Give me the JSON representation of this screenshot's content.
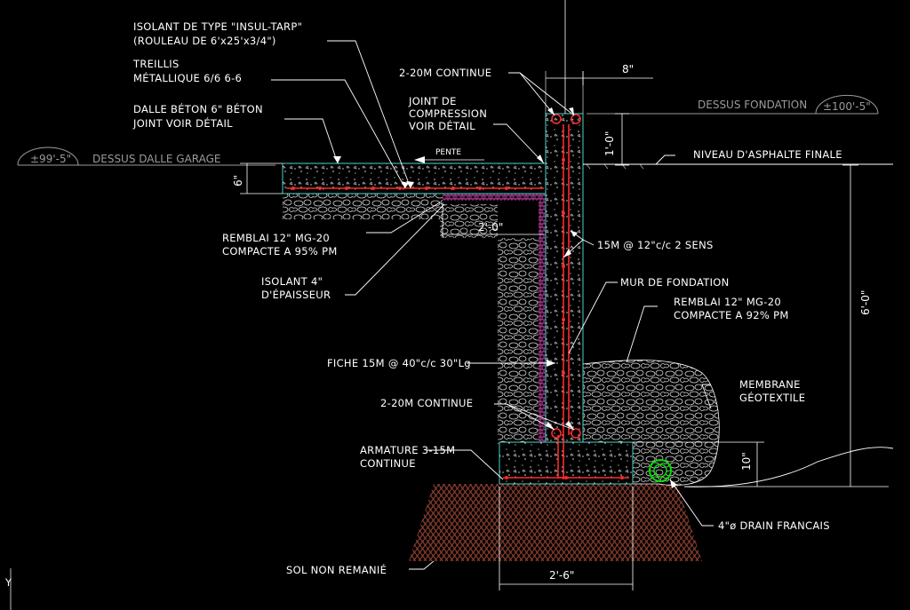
{
  "colors": {
    "background": "#000000",
    "concrete_outline": "#4fd1c5",
    "rebar": "#ff2a2a",
    "insulation": "#ff4fd8",
    "soil": "#7a3b2e",
    "gravel": "#d8d8d8",
    "leader": "#ffffff",
    "drain": "#00e000",
    "level_marker": "#9a9a9a"
  },
  "labels": {
    "insulant_type_l1": "ISOLANT DE TYPE \"INSUL-TARP\"",
    "insulant_type_l2": "(ROULEAU DE 6'x25'x3/4\")",
    "treillis_l1": "TREILLIS",
    "treillis_l2": "MÉTALLIQUE 6/6 6-6",
    "dalle_l1": "DALLE BÉTON 6\" BÉTON",
    "dalle_l2": "JOINT VOIR DÉTAIL",
    "continue_top": "2-20M CONTINUE",
    "joint_l1": "JOINT DE",
    "joint_l2": "COMPRESSION",
    "joint_l3": "VOIR DÉTAIL",
    "pente": "PENTE",
    "dessus_fondation": "DESSUS FONDATION",
    "elev_fondation": "±100'-5\"",
    "dessus_dalle": "DESSUS DALLE GARAGE",
    "elev_dalle": "±99'-5\"",
    "niveau_asphalte": "NIVEAU D'ASPHALTE FINALE",
    "remblai_int_l1": "REMBLAI 12\" MG-20",
    "remblai_int_l2": "COMPACTE A 95% PM",
    "isolant_l1": "ISOLANT 4\"",
    "isolant_l2": "D'ÉPAISSEUR",
    "rebar_15m": "15M @ 12\"c/c 2 SENS",
    "mur": "MUR DE FONDATION",
    "remblai_ext_l1": "REMBLAI 12\" MG-20",
    "remblai_ext_l2": "COMPACTE A 92% PM",
    "fiche": "FICHE 15M @ 40\"c/c 30\"Lg",
    "continue_bottom": "2-20M CONTINUE",
    "membrane_l1": "MEMBRANE",
    "membrane_l2": "GÉOTEXTILE",
    "armature_l1": "ARMATURE 3-15M",
    "armature_l2": "CONTINUE",
    "drain": "4\"ø DRAIN FRANCAIS",
    "sol": "SOL NON REMANIÉ",
    "axis_y": "Y"
  },
  "dimensions": {
    "wall_width": "8\"",
    "top_height": "1'-0\"",
    "slab_thickness": "6\"",
    "insul_width": "2'-0\"",
    "wall_height": "6'-0\"",
    "footing_height": "10\"",
    "footing_width": "2'-6\""
  }
}
